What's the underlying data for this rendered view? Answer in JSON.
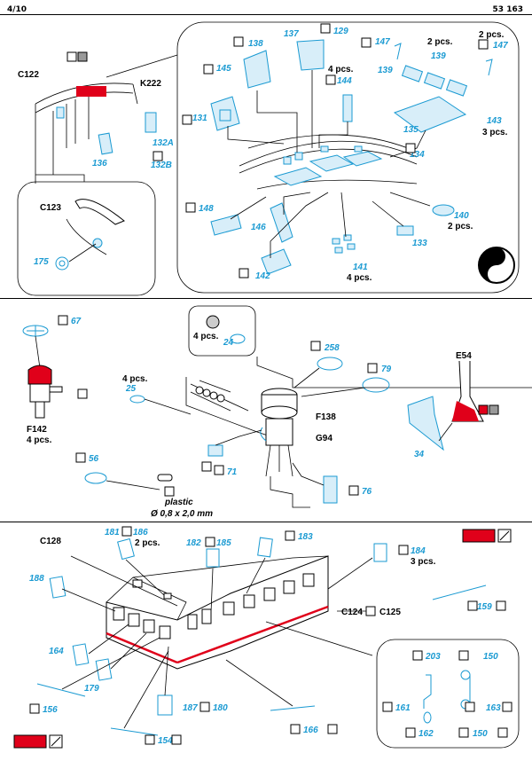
{
  "header": {
    "page": "4/10",
    "code": "53 163"
  },
  "colors": {
    "etch": "#1a9ad2",
    "paint_red": "#e0001a",
    "ink": "#000000"
  },
  "icons": [
    "fold-check-icon",
    "paint-dark-icon",
    "etch-side-icon"
  ],
  "panel1": {
    "labels": {
      "c122": "C122",
      "k222": "K222",
      "p136": "136",
      "p132a": "132A",
      "p132b": "132B",
      "c123": "C123",
      "p175": "175",
      "p138": "138",
      "p137": "137",
      "p129": "129",
      "p147a": "147",
      "p147b": "147",
      "pcs2a": "2 pcs.",
      "pcs2b": "2 pcs.",
      "p145": "145",
      "pcs4a": "4 pcs.",
      "p144": "144",
      "p139a": "139",
      "p139b": "139",
      "p131": "131",
      "p143": "143",
      "pcs3a": "3 pcs.",
      "p135": "135",
      "p134": "134",
      "p148": "148",
      "p146": "146",
      "p140": "140",
      "pcs2c": "2 pcs.",
      "p133": "133",
      "p142": "142",
      "p141": "141",
      "pcs4b": "4 pcs."
    }
  },
  "panel2": {
    "labels": {
      "p67": "67",
      "f142": "F142",
      "pcs4c": "4 pcs.",
      "pcs4d": "4 pcs.",
      "p24": "24",
      "p258": "258",
      "p79": "79",
      "e54": "E54",
      "pcs4e": "4 pcs.",
      "p25": "25",
      "f138": "F138",
      "g94": "G94",
      "p34": "34",
      "p56": "56",
      "p71": "71",
      "p76": "76",
      "plastic": "plastic",
      "dim": "Ø 0,8 x 2,0 mm"
    }
  },
  "panel3": {
    "labels": {
      "c128": "C128",
      "p181": "181",
      "p186": "186",
      "pcs2d": "2 pcs.",
      "p182": "182",
      "p185": "185",
      "p183": "183",
      "p184": "184",
      "pcs3b": "3 pcs.",
      "p188": "188",
      "p159": "159",
      "c124": "C124",
      "c125": "C125",
      "p164": "164",
      "p179": "179",
      "p203": "203",
      "p150a": "150",
      "p156": "156",
      "p187": "187",
      "p180": "180",
      "p161": "161",
      "p163": "163",
      "p154": "154",
      "p166": "166",
      "p162": "162",
      "p150b": "150"
    }
  }
}
